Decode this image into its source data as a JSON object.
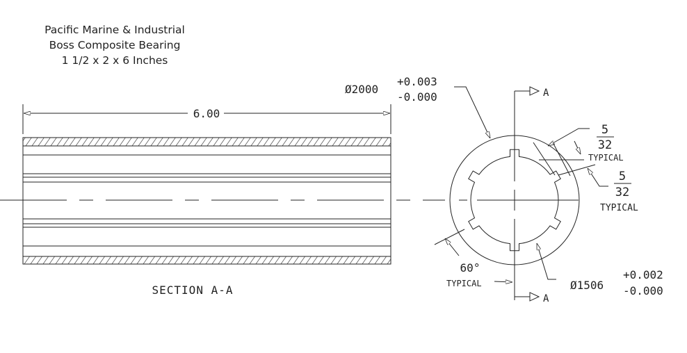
{
  "title": {
    "line1": "Pacific Marine & Industrial",
    "line2": "Boss Composite Bearing",
    "line3": "1 1/2 x 2 x 6 Inches"
  },
  "section_view": {
    "length_dim": "6.00",
    "label": "SECTION A-A"
  },
  "end_view": {
    "outer_dia": "Ø2000",
    "outer_tol_plus": "+0.003",
    "outer_tol_minus": "-0.000",
    "inner_dia": "Ø1506",
    "inner_tol_plus": "+0.002",
    "inner_tol_minus": "-0.000",
    "groove_num": "5",
    "groove_den": "32",
    "groove_note": "TYPICAL",
    "land_num": "5",
    "land_den": "32",
    "land_note": "TYPICAL",
    "angle": "60°",
    "angle_note": "TYPICAL",
    "section_mark_top": "A",
    "section_mark_bottom": "A",
    "groove_count": 6
  }
}
